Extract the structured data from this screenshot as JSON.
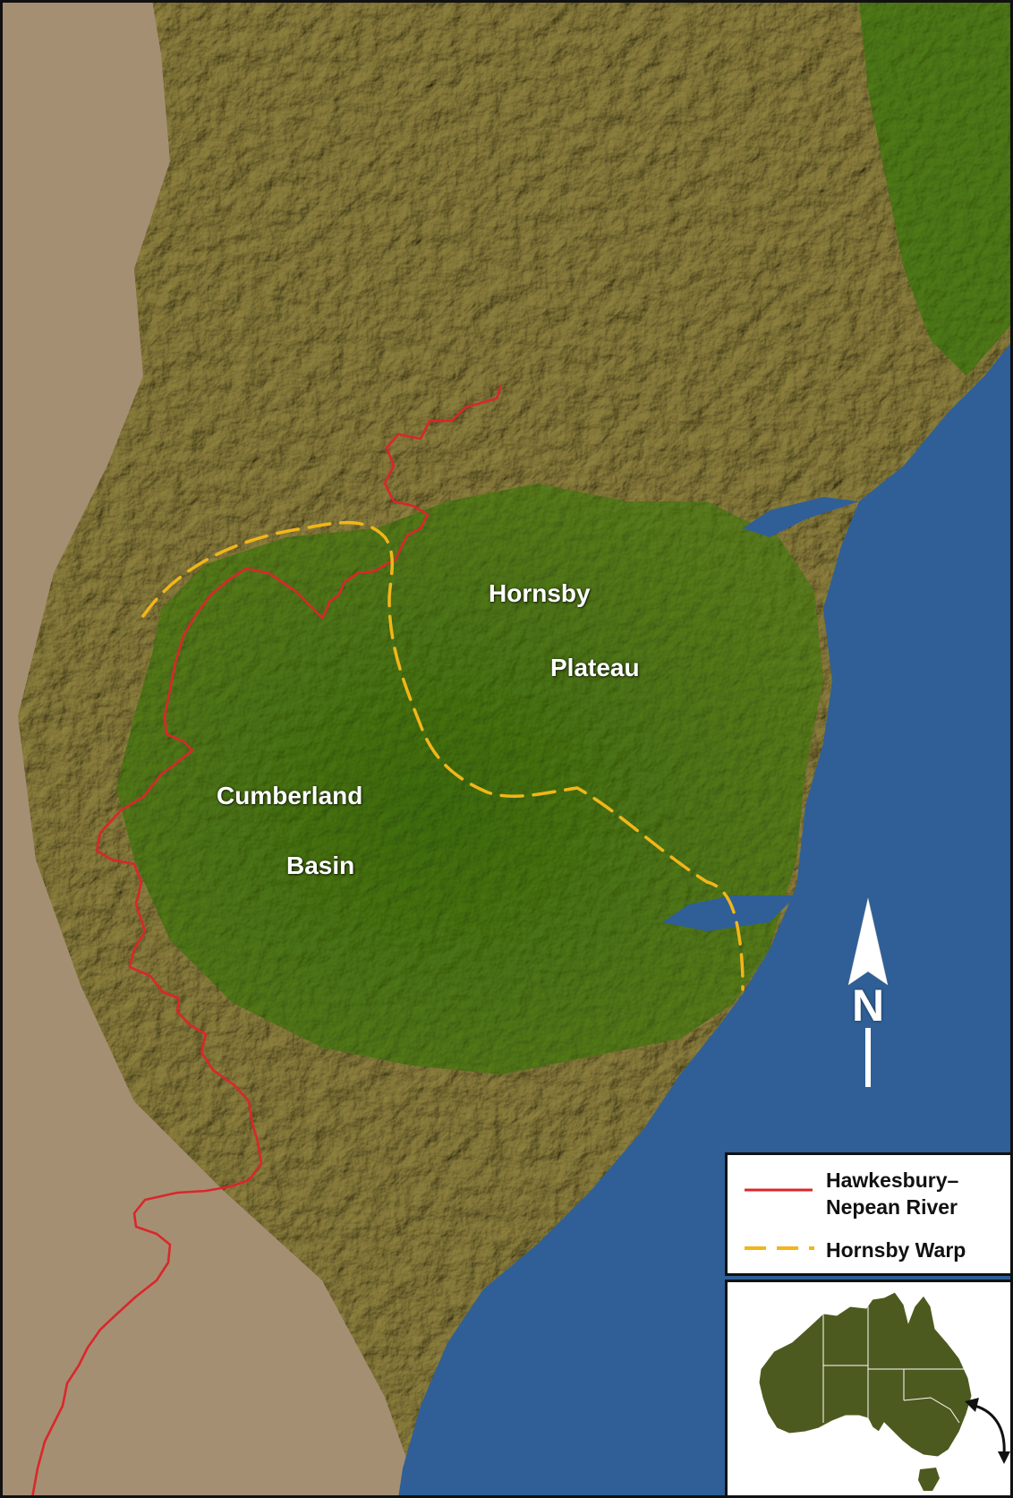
{
  "map": {
    "labels": {
      "hornsby": "Hornsby",
      "plateau": "Plateau",
      "cumberland": "Cumberland",
      "basin": "Basin"
    },
    "north": {
      "letter": "N"
    },
    "legend": {
      "river_label_line1": "Hawkesbury–",
      "river_label_line2": "Nepean River",
      "warp_label": "Hornsby Warp",
      "river_color": "#d9272b",
      "warp_color": "#f2b619"
    },
    "colors": {
      "ocean": "#2f5f96",
      "lowland": "#4f7a16",
      "plateau_terrain": "#8a7d3c",
      "uplands": "#a58f73",
      "inset_land": "#4d5a1f"
    },
    "icons": [
      "north-arrow-icon",
      "curved-arrow-icon"
    ]
  }
}
